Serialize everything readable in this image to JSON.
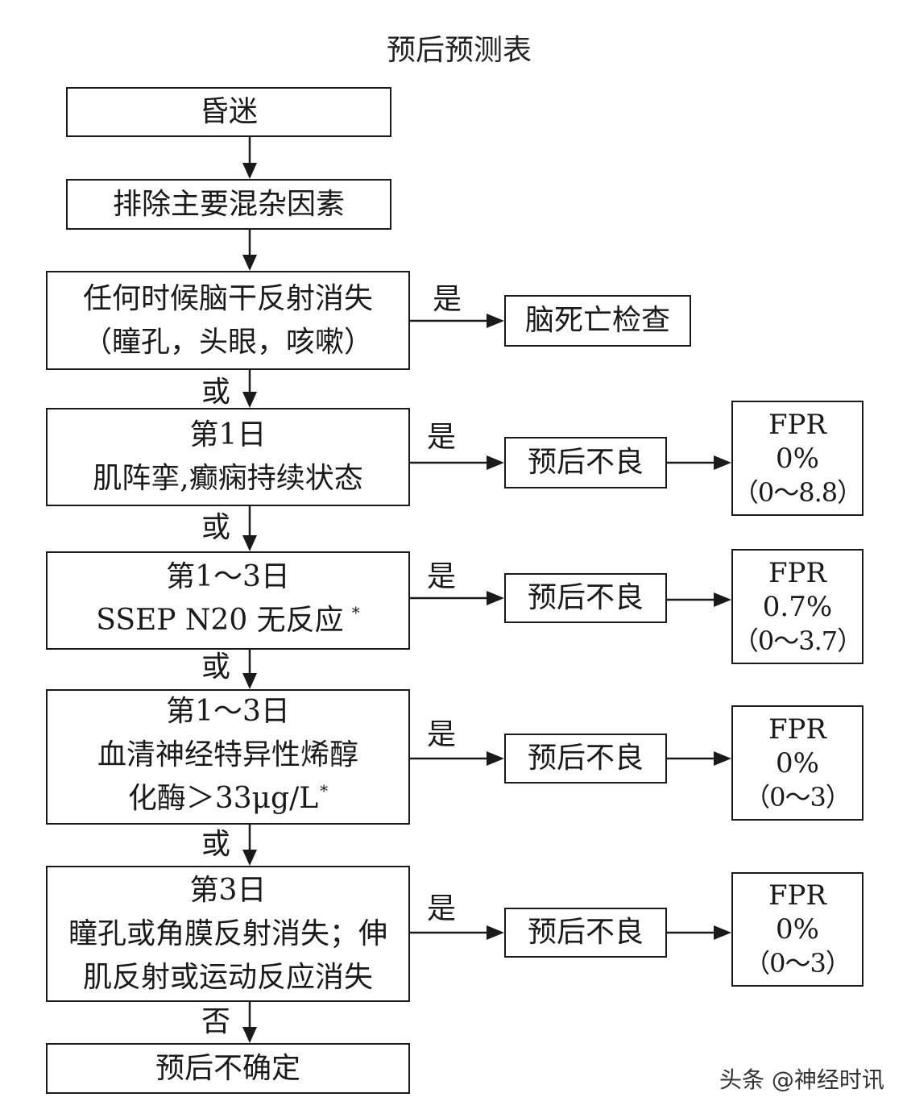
{
  "title": "预后预测表",
  "start": {
    "text": "昏迷"
  },
  "exclude": {
    "text": "排除主要混杂因素"
  },
  "criteria": [
    {
      "lines": [
        "任何时候脑干反射消失",
        "（瞳孔，头眼，咳嗽）"
      ],
      "branch_label": "是",
      "outcome": "脑死亡检查"
    },
    {
      "connector": "或",
      "lines": [
        "第1日",
        "肌阵挛,癫痫持续状态"
      ],
      "branch_label": "是",
      "outcome": "预后不良",
      "fpr": {
        "label": "FPR",
        "value": "0%",
        "ci": "（0～8.8）"
      }
    },
    {
      "connector": "或",
      "lines": [
        "第1～3日",
        "SSEP N20 无反应"
      ],
      "footnote_mark": "*",
      "branch_label": "是",
      "outcome": "预后不良",
      "fpr": {
        "label": "FPR",
        "value": "0.7%",
        "ci": "（0～3.7）"
      }
    },
    {
      "connector": "或",
      "lines": [
        "第1～3日",
        "血清神经特异性烯醇",
        "化酶＞33μg/L"
      ],
      "footnote_mark": "*",
      "branch_label": "是",
      "outcome": "预后不良",
      "fpr": {
        "label": "FPR",
        "value": "0%",
        "ci": "（0～3）"
      }
    },
    {
      "connector": "或",
      "lines": [
        "第3日",
        "瞳孔或角膜反射消失；伸",
        "肌反射或运动反应消失"
      ],
      "branch_label": "是",
      "outcome": "预后不良",
      "fpr": {
        "label": "FPR",
        "value": "0%",
        "ci": "（0～3）"
      }
    }
  ],
  "final": {
    "connector": "否",
    "text": "预后不确定"
  },
  "watermark": "头条 @神经时讯",
  "colors": {
    "line": "#1a1a1a",
    "background": "#ffffff",
    "watermark": "#333333"
  }
}
